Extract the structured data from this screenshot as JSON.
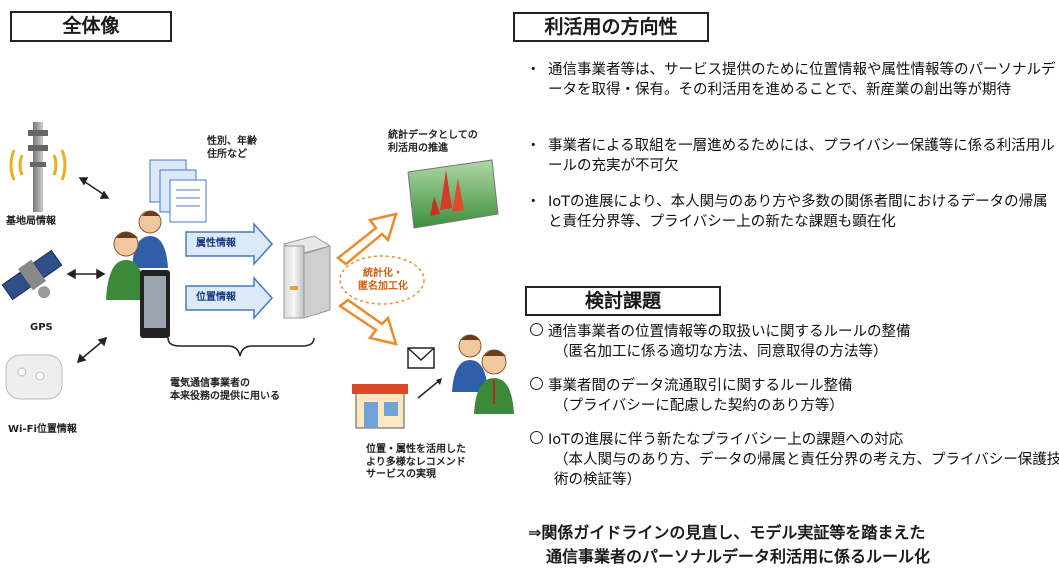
{
  "left": {
    "title": "全体像",
    "base_station": "基地局情報",
    "gps": "GPS",
    "wifi": "Wi-Fi位置情報",
    "attr_small": "性別、年齢\n住所など",
    "attr_info": "属性情報",
    "loc_info": "位置情報",
    "brace_caption": "電気通信事業者の\n本来役務の提供に用いる",
    "stats_caption": "統計データとしての\n利活用の推進",
    "anon_label": "統計化・\n匿名加工化",
    "shop_caption": "位置・属性を活用した\nより多様なレコメンド\nサービスの実現"
  },
  "right": {
    "direction_title": "利活用の方向性",
    "direction_bullets": [
      "通信事業者等は、サービス提供のために位置情報や属性情報等のパーソナルデータを取得・保有。その利活用を進めることで、新産業の創出等が期待",
      "事業者による取組を一層進めるためには、プライバシー保護等に係る利活用ルールの充実が不可欠",
      "IoTの進展により、本人関与のあり方や多数の関係者間におけるデータの帰属と責任分界等、プライバシー上の新たな課題も顕在化"
    ],
    "issues_title": "検討課題",
    "issues": [
      {
        "main": "通信事業者の位置情報等の取扱いに関するルールの整備",
        "sub": "（匿名加工に係る適切な方法、同意取得の方法等）"
      },
      {
        "main": "事業者間のデータ流通取引に関するルール整備",
        "sub": "（プライバシーに配慮した契約のあり方等）"
      },
      {
        "main": "IoTの進展に伴う新たなプライバシー上の課題への対応",
        "sub": "（本人関与のあり方、データの帰属と責任分界の考え方、プライバシー保護技術の検証等）"
      }
    ],
    "conclusion_line1": "⇒関係ガイドラインの見直し、モデル実証等を踏まえた",
    "conclusion_line2": "通信事業者のパーソナルデータ利活用に係るルール化"
  },
  "colors": {
    "arrow_orange": "#ef8a2a",
    "block_arrow_blue": "#dce9f7",
    "person_green": "#3a8a3a",
    "person_blue": "#2e5fa8"
  }
}
